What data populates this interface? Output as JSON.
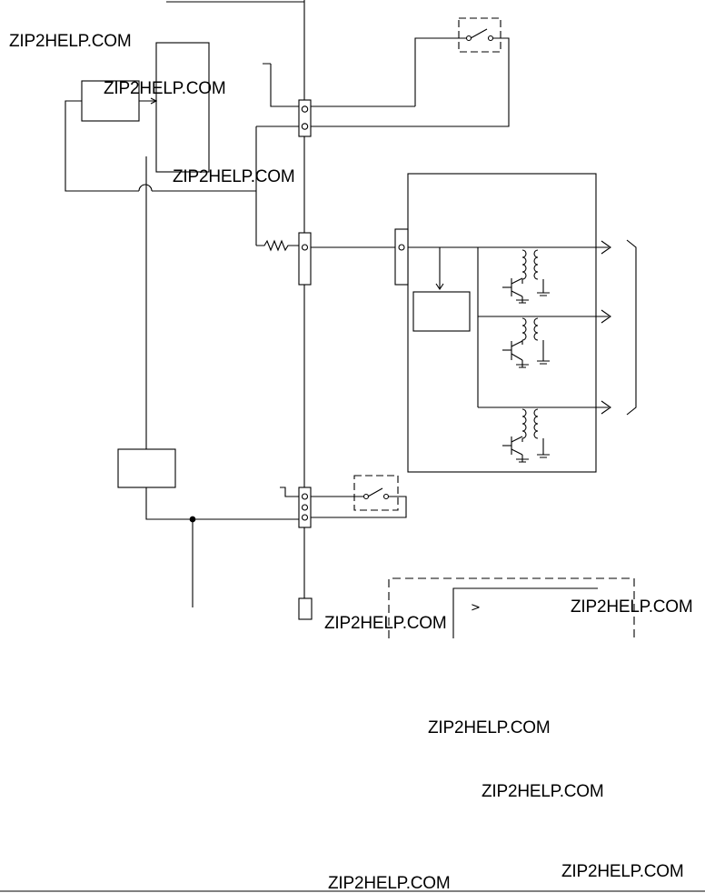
{
  "watermarks": [
    "ZIP2HELP.COM",
    "ZIP2HELP.COM",
    "ZIP2HELP.COM",
    "ZIP2HELP.COM",
    "ZIP2HELP.COM",
    "ZIP2HELP.COM",
    "ZIP2HELP.COM",
    "ZIP2HELP.COM",
    "ZIP2HELP.COM"
  ],
  "symbols": {
    "arrow_glyph": ">"
  },
  "colors": {
    "line": "#000000",
    "background": "#ffffff"
  }
}
